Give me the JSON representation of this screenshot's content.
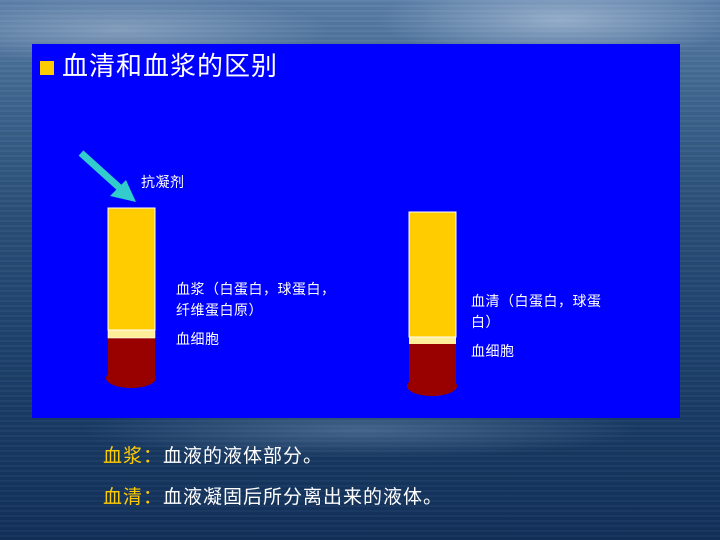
{
  "slide": {
    "title": "血清和血浆的区别",
    "bullet_icon": "square-bullet-icon",
    "colors": {
      "panel": "#0000ff",
      "bullet": "#ffcc00",
      "plasma_yellow": "#ffcc00",
      "blood_red": "#990000",
      "arrow_cyan": "#33cccc"
    }
  },
  "left_tube": {
    "arrow_label": "抗凝剂",
    "upper_label": "血浆（白蛋白，球蛋白，纤维蛋白原）",
    "lower_label": "血细胞"
  },
  "right_tube": {
    "upper_label": "血清（白蛋白，球蛋白）",
    "lower_label": "血细胞"
  },
  "definitions": [
    {
      "term": "血浆：",
      "text": "血液的液体部分。"
    },
    {
      "term": "血清：",
      "text": "血液凝固后所分离出来的液体。"
    }
  ]
}
